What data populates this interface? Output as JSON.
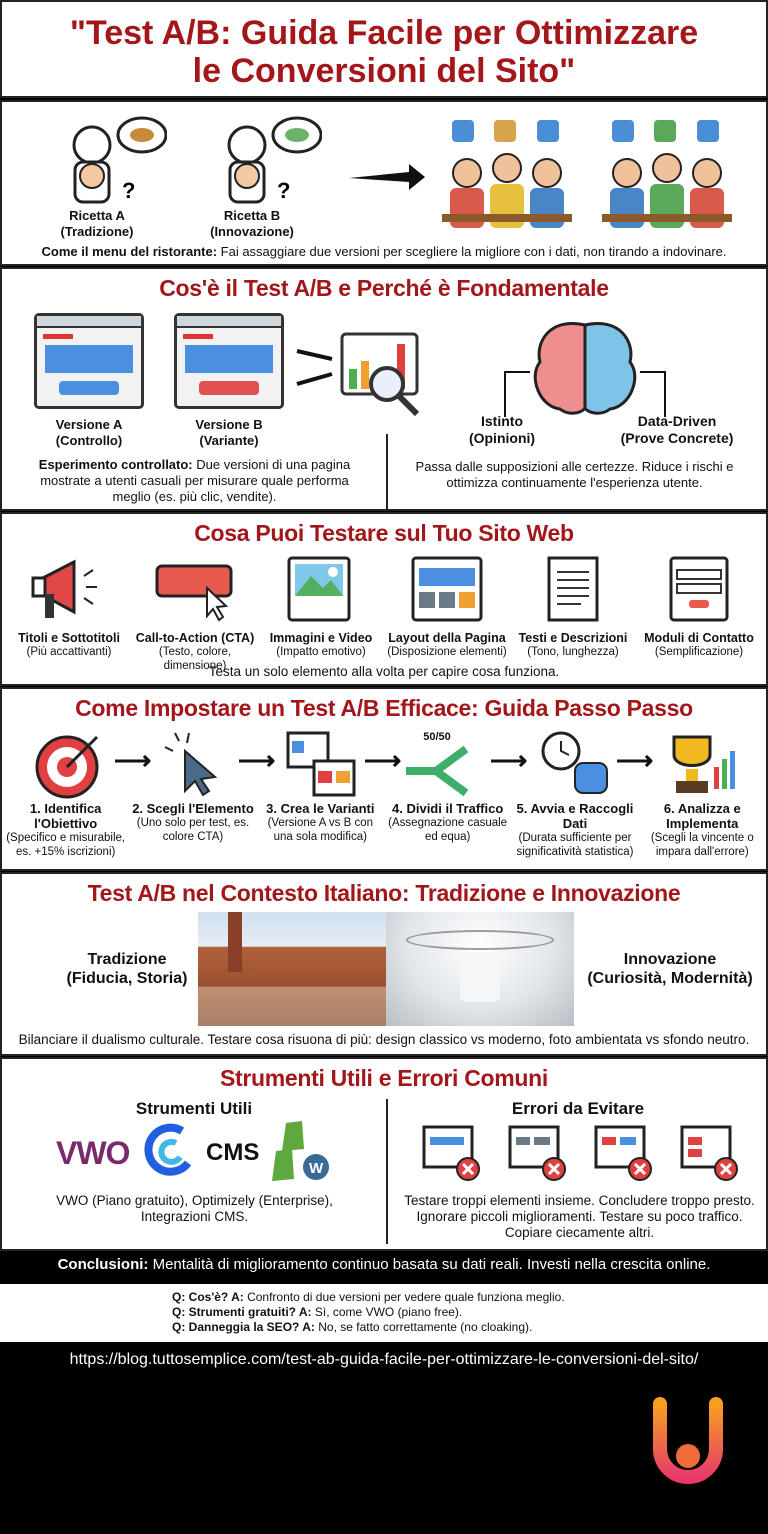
{
  "title": {
    "line1": "\"Test A/B: Guida Facile per Ottimizzare",
    "line2": "le Conversioni del Sito\""
  },
  "intro": {
    "recipe_a": "Ricetta A",
    "recipe_a_sub": "(Tradizione)",
    "recipe_b": "Ricetta B",
    "recipe_b_sub": "(Innovazione)",
    "caption_bold": "Come il menu del ristorante:",
    "caption": " Fai assaggiare due versioni per scegliere la migliore con i dati, non tirando a indovinare."
  },
  "what": {
    "heading": "Cos'è il Test A/B e Perché è Fondamentale",
    "version_a": "Versione A",
    "version_a_sub": "(Controllo)",
    "version_b": "Versione B",
    "version_b_sub": "(Variante)",
    "left_bold": "Esperimento controllato:",
    "left_text": " Due versioni di una pagina mostrate a utenti casuali per misurare quale performa meglio (es. più clic, vendite).",
    "instinct": "Istinto",
    "instinct_sub": "(Opinioni)",
    "data_driven": "Data-Driven",
    "data_driven_sub": "(Prove Concrete)",
    "right_text": "Passa dalle supposizioni alle certezze. Riduce i rischi e ottimizza continuamente l'esperienza utente."
  },
  "testable": {
    "heading": "Cosa Puoi Testare sul Tuo Sito Web",
    "items": [
      {
        "label": "Titoli e Sottotitoli",
        "sub": "(Più accattivanti)",
        "icon": "megaphone-icon"
      },
      {
        "label": "Call-to-Action (CTA)",
        "sub": "(Testo, colore, dimensione)",
        "icon": "cta-button-icon"
      },
      {
        "label": "Immagini e Video",
        "sub": "(Impatto emotivo)",
        "icon": "image-icon"
      },
      {
        "label": "Layout della Pagina",
        "sub": "(Disposizione elementi)",
        "icon": "layout-icon"
      },
      {
        "label": "Testi e Descrizioni",
        "sub": "(Tono, lunghezza)",
        "icon": "document-icon"
      },
      {
        "label": "Moduli di Contatto",
        "sub": "(Semplificazione)",
        "icon": "form-icon"
      }
    ],
    "footer": "Testa un solo elemento alla volta per capire cosa funziona."
  },
  "steps": {
    "heading": "Come Impostare un Test A/B Efficace: Guida Passo Passo",
    "split_label": "50/50",
    "items": [
      {
        "label": "1. Identifica l'Obiettivo",
        "sub": "(Specifico e misurabile, es. +15% iscrizioni)",
        "icon": "target-icon"
      },
      {
        "label": "2. Scegli l'Elemento",
        "sub": "(Uno solo per test, es. colore CTA)",
        "icon": "cursor-icon"
      },
      {
        "label": "3. Crea le Varianti",
        "sub": "(Versione A vs B con una sola modifica)",
        "icon": "variants-icon"
      },
      {
        "label": "4. Dividi il Traffico",
        "sub": "(Assegnazione casuale ed equa)",
        "icon": "split-arrow-icon"
      },
      {
        "label": "5. Avvia e Raccogli Dati",
        "sub": "(Durata sufficiente per significatività statistica)",
        "icon": "clock-database-icon"
      },
      {
        "label": "6. Analizza e Implementa",
        "sub": "(Scegli la vincente o impara dall'errore)",
        "icon": "trophy-icon"
      }
    ]
  },
  "italy": {
    "heading": "Test A/B nel Contesto Italiano: Tradizione e Innovazione",
    "left": "Tradizione",
    "left_sub": "(Fiducia, Storia)",
    "right": "Innovazione",
    "right_sub": "(Curiosità, Modernità)",
    "caption": "Bilanciare il dualismo culturale. Testare cosa risuona di più: design classico vs moderno, foto ambientata vs sfondo neutro."
  },
  "tools": {
    "heading": "Strumenti Utili e Errori Comuni",
    "tools_title": "Strumenti Utili",
    "logo_vwo": "VWO",
    "logo_cms": "CMS",
    "tools_text": "VWO (Piano gratuito), Optimizely (Enterprise), Integrazioni CMS.",
    "errors_title": "Errori da Evitare",
    "errors_text": "Testare troppi elementi insieme. Concludere troppo presto. Ignorare piccoli miglioramenti. Testare su poco traffico. Copiare ciecamente altri."
  },
  "conclusion": {
    "bold": "Conclusioni:",
    "text": " Mentalità di miglioramento continuo basata su dati reali. Investi nella crescita online."
  },
  "faq": [
    {
      "q": "Q: Cos'è? A:",
      "a": " Confronto di due versioni per vedere quale funziona meglio."
    },
    {
      "q": "Q: Strumenti gratuiti? A:",
      "a": " Sì, come VWO (piano free)."
    },
    {
      "q": "Q: Danneggia la SEO? A:",
      "a": " No, se fatto correttamente (no cloaking)."
    }
  ],
  "url": "https://blog.tuttosemplice.com/test-ab-guida-facile-per-ottimizzare-le-conversioni-del-sito/",
  "colors": {
    "accent": "#a3161a",
    "background": "#000000",
    "panel": "#ffffff"
  }
}
